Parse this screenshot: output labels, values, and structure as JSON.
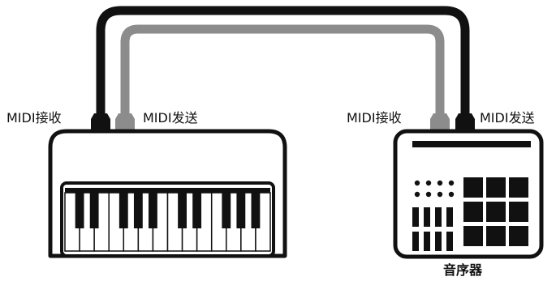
{
  "labels": {
    "keyboard_in": "MIDI接收",
    "keyboard_out": "MIDI发送",
    "sequencer_in": "MIDI接收",
    "sequencer_out": "MIDI发送",
    "sequencer_name": "音序器"
  },
  "colors": {
    "cable_dark": "#111111",
    "cable_gray": "#8c8c8c",
    "outline": "#111111",
    "fill": "#ffffff"
  }
}
